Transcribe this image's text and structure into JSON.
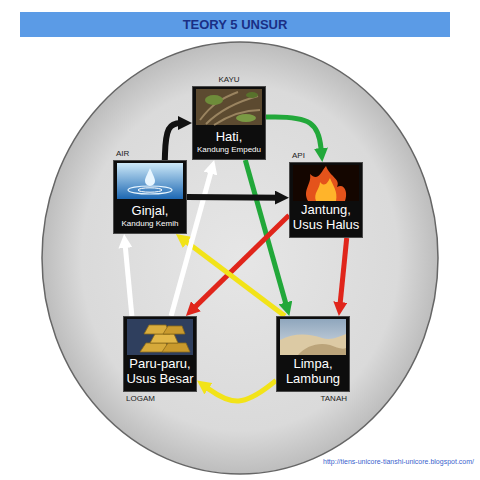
{
  "diagram": {
    "title": "TEORY 5 UNSUR",
    "nodes": [
      {
        "text": [
          "KAYU",
          "Hati,",
          "Kandung Empedu"
        ]
      },
      {
        "text": [
          "AIR",
          "Ginjal,",
          "Kandung Kemih"
        ]
      },
      {
        "text": [
          "API",
          "Jantung, Usus Halus"
        ]
      },
      {
        "text": [
          "Paru-paru, Usus Besar",
          "LOGAM"
        ]
      },
      {
        "text": [
          "Limpa, Lambung",
          "TANAH"
        ]
      }
    ],
    "edges": [
      {
        "from": 0,
        "to": 2,
        "arrow": "to"
      },
      {
        "from": 0,
        "to": 4,
        "arrow": "to"
      },
      {
        "from": 2,
        "to": 4,
        "arrow": "to"
      },
      {
        "from": 2,
        "to": 3,
        "arrow": "to"
      },
      {
        "from": 4,
        "to": 3,
        "arrow": "to"
      },
      {
        "from": 4,
        "to": 1,
        "arrow": "to"
      },
      {
        "from": 3,
        "to": 1,
        "arrow": "to"
      },
      {
        "from": 3,
        "to": 0,
        "arrow": "to"
      },
      {
        "from": 1,
        "to": 0,
        "arrow": "to"
      },
      {
        "from": 1,
        "to": 2,
        "arrow": "to"
      }
    ],
    "labels": [
      "http://tiens-unicore-tianshi-unicore.blogspot.com/"
    ]
  }
}
